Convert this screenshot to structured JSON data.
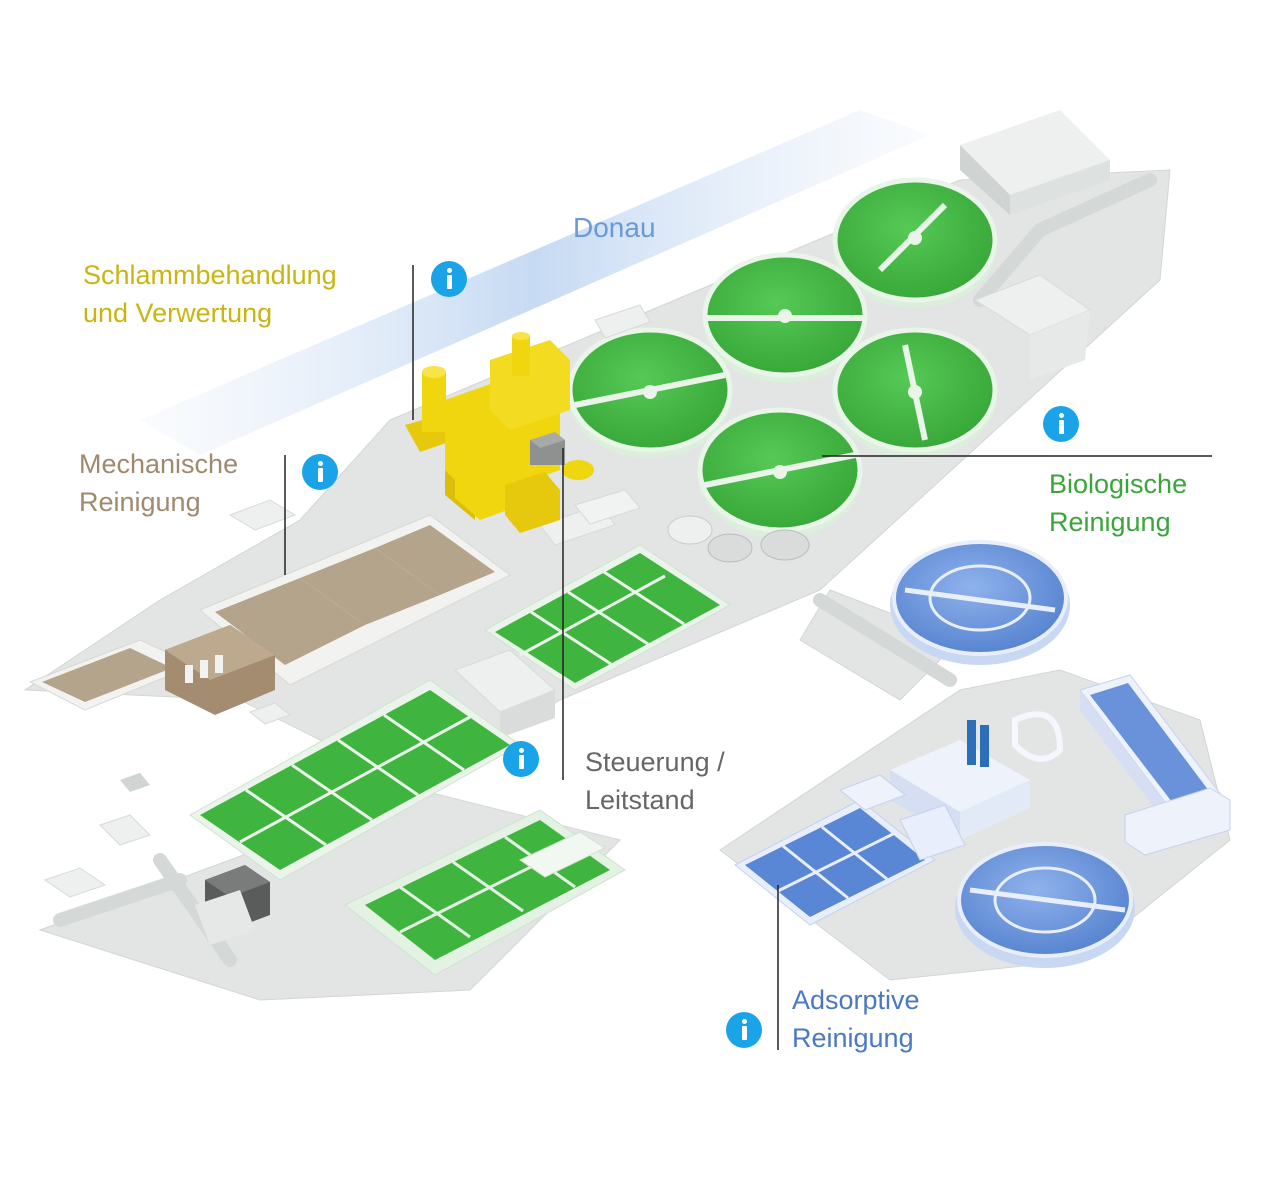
{
  "river": {
    "name": "Donau"
  },
  "areas": {
    "sludge": {
      "line1": "Schlammbehandlung",
      "line2": "und Verwertung",
      "color": "#c9b512"
    },
    "mechanical": {
      "line1": "Mechanische",
      "line2": "Reinigung",
      "color": "#a08a6e"
    },
    "biological": {
      "line1": "Biologische",
      "line2": "Reinigung",
      "color": "#3ba53b"
    },
    "control": {
      "line1": "Steuerung /",
      "line2": "Leitstand",
      "color": "#666666"
    },
    "adsorptive": {
      "line1": "Adsorptive",
      "line2": "Reinigung",
      "color": "#4a78c4"
    }
  },
  "colors": {
    "info_button": "#1aa3e6",
    "river": "#cfe0f5",
    "ground": "#e3e6e5",
    "sludge_buildings": "#f0d60e",
    "mechanical_basins": "#b5a48c",
    "biological_basins": "#3fb53f",
    "adsorptive_basins": "#5a86d6",
    "river_label": "#6a9ad6"
  }
}
